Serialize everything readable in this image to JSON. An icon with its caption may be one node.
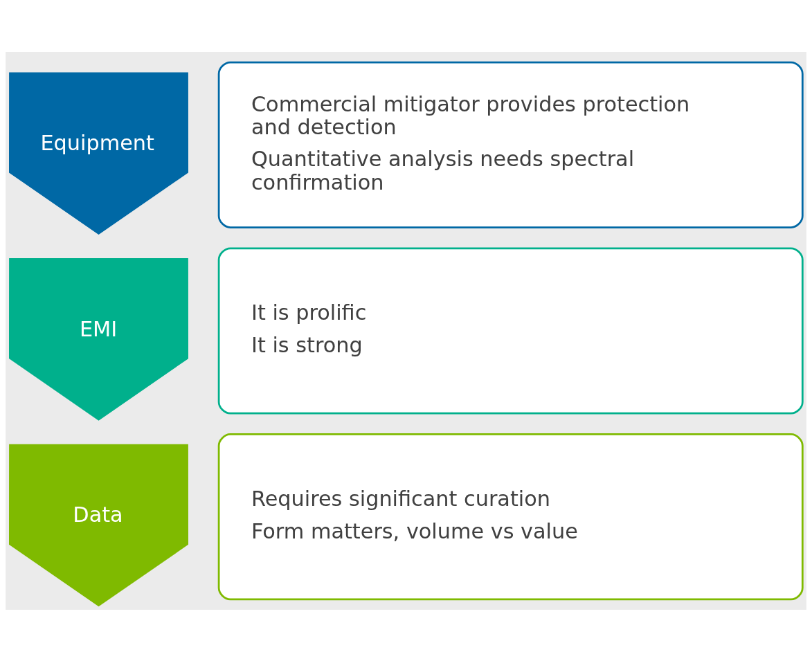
{
  "diagram": {
    "nodes": [
      {
        "text": [
          "Equipment"
        ]
      },
      {
        "text": [
          "Commercial mitigator provides protection and detection",
          "Quantitative analysis needs spectral confirmation"
        ]
      },
      {
        "text": [
          "EMI"
        ]
      },
      {
        "text": [
          "It is prolific",
          "It is strong"
        ]
      },
      {
        "text": [
          "Data"
        ]
      },
      {
        "text": [
          "Requires significant curation",
          "Form matters, volume vs value"
        ]
      }
    ]
  }
}
